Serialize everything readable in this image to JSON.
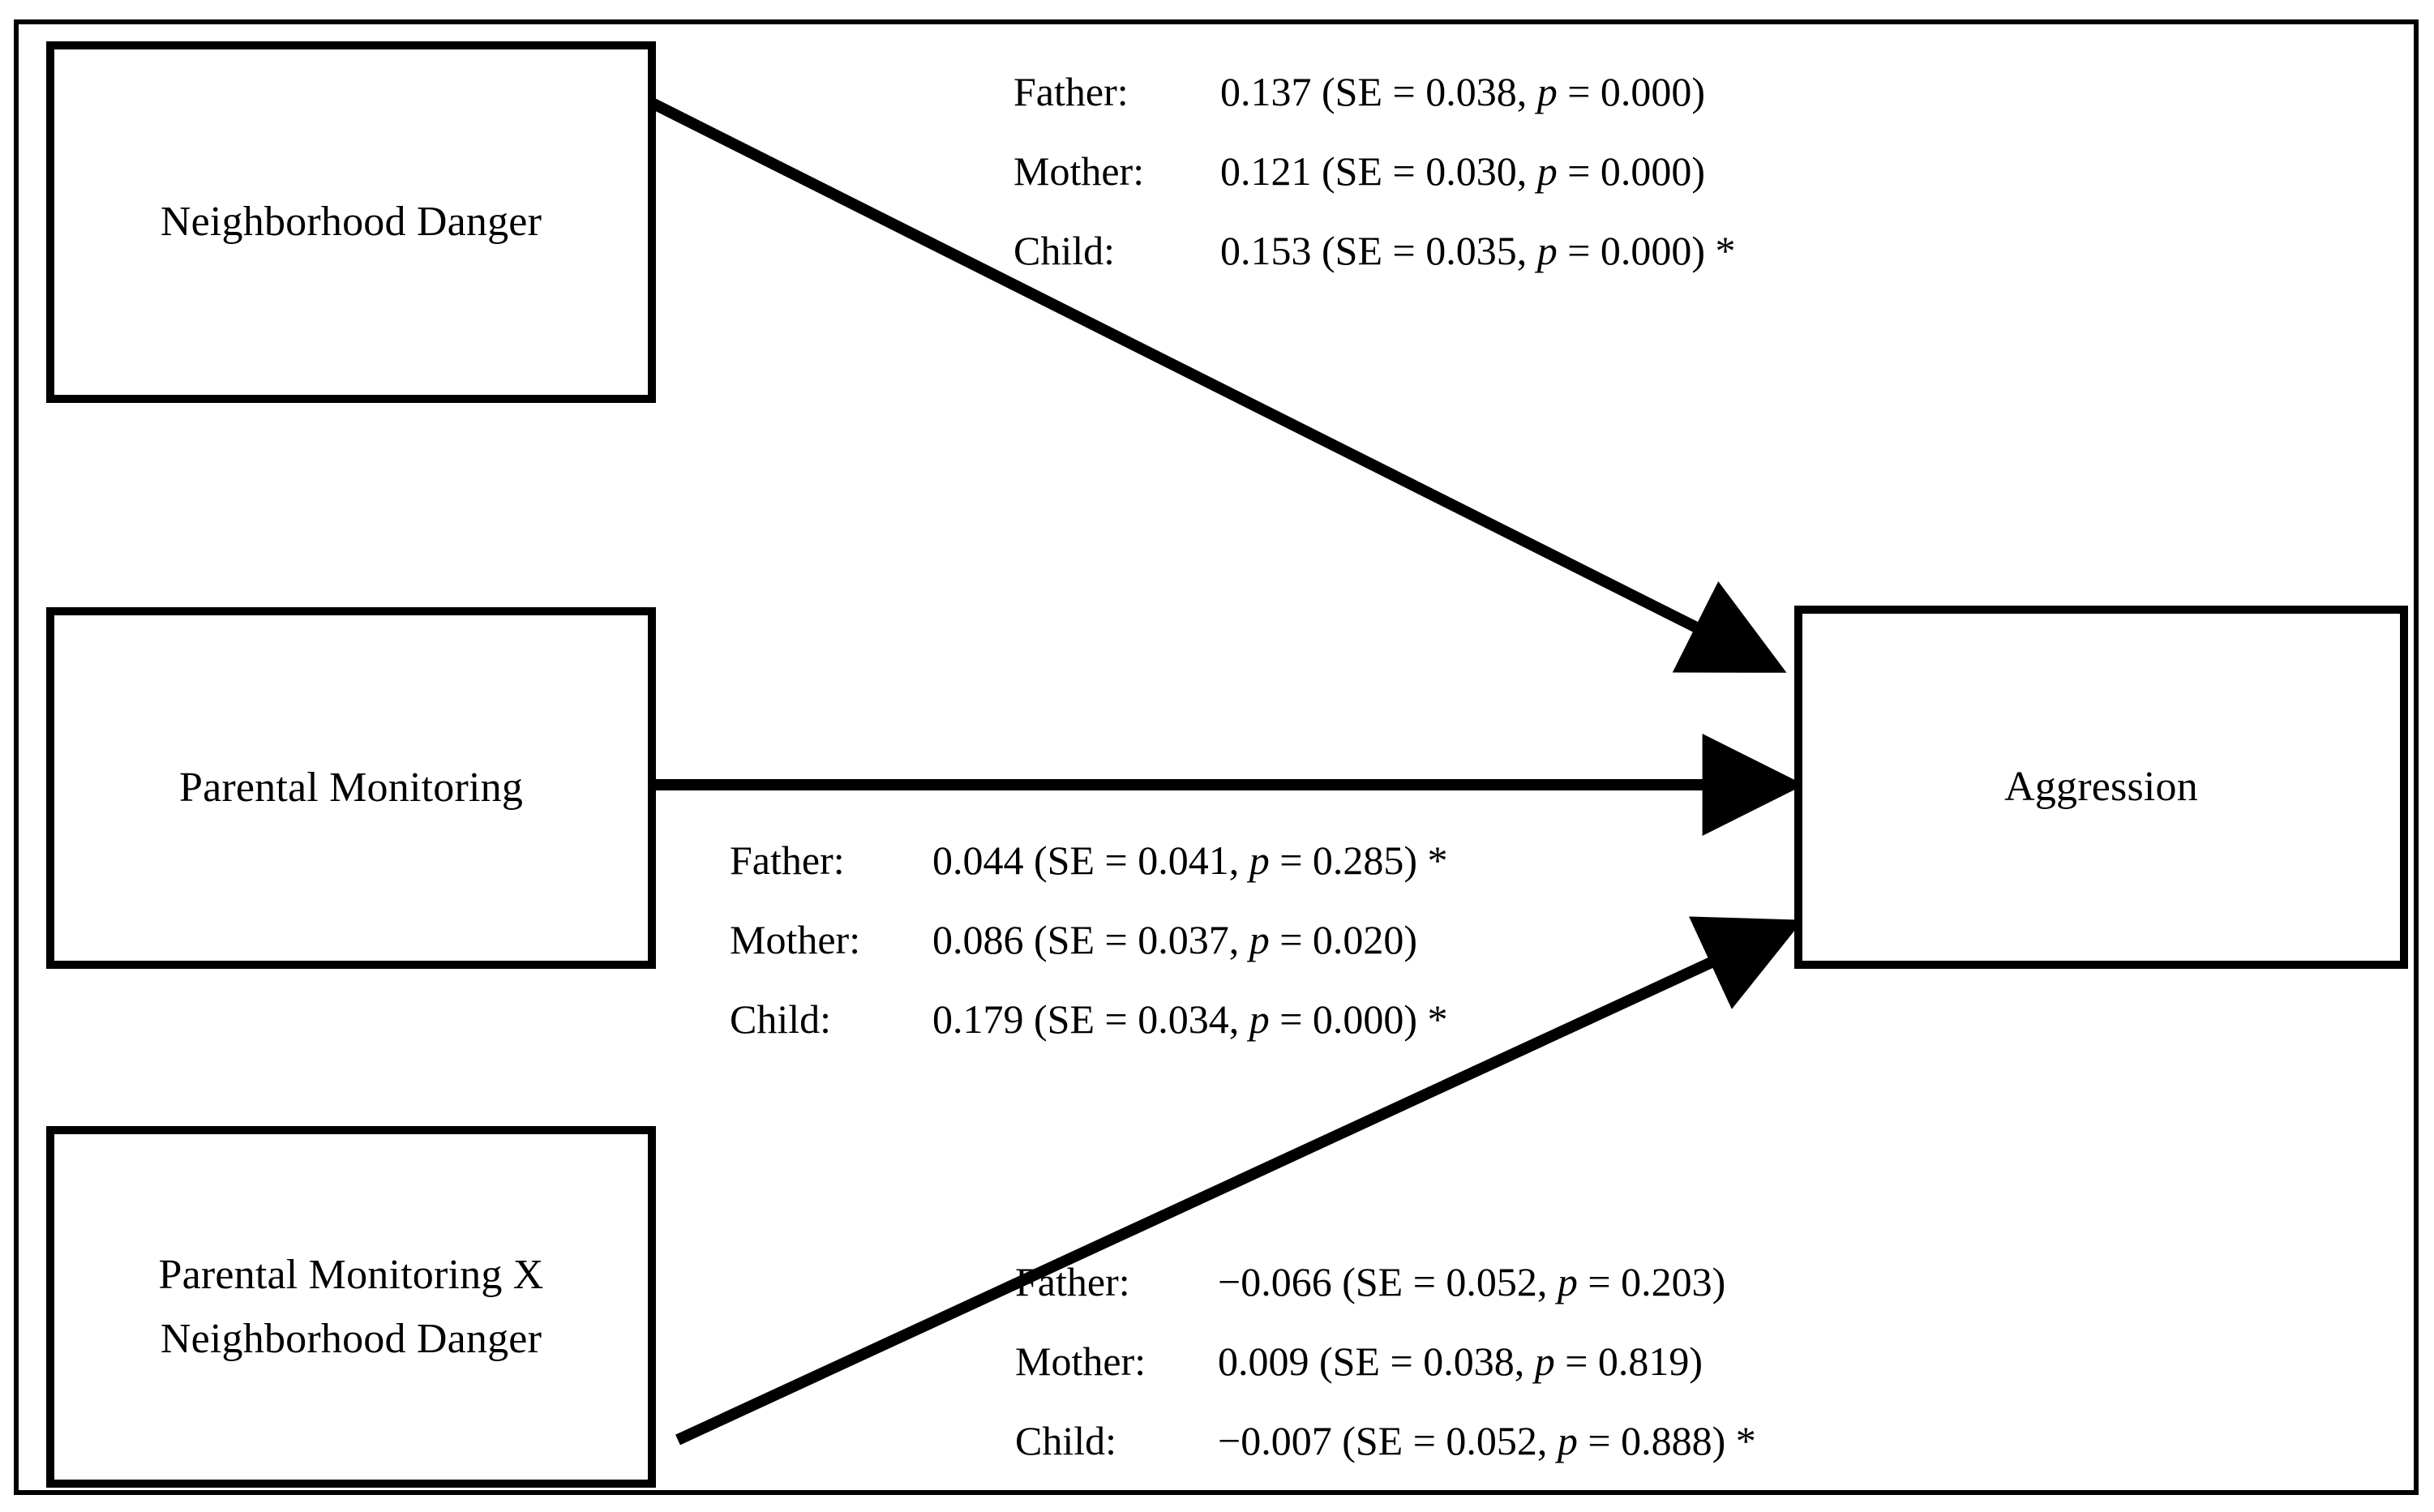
{
  "figure": {
    "type": "path-diagram",
    "title": "",
    "boxes": [
      {
        "id": "neighborhood-danger",
        "label": "Neighborhood Danger"
      },
      {
        "id": "parental-monitoring",
        "label": "Parental Monitoring"
      },
      {
        "id": "interaction",
        "label": "Parental Monitoring X\nNeighborhood Danger"
      },
      {
        "id": "aggression",
        "label": "Aggression"
      }
    ]
  },
  "paths": {
    "neighborhood_danger_to_aggression": {
      "from": "Neighborhood Danger",
      "to": "Aggression",
      "rows": [
        {
          "source": "Father:",
          "estimate": "0.137",
          "se": "0.038",
          "p": "0.000",
          "star": "",
          "value_prefix": "0.137 (SE = 0.038, ",
          "value_suffix": " = 0.000)"
        },
        {
          "source": "Mother:",
          "estimate": "0.121",
          "se": "0.030",
          "p": "0.000",
          "star": "",
          "value_prefix": "0.121 (SE = 0.030, ",
          "value_suffix": " = 0.000)"
        },
        {
          "source": "Child:",
          "estimate": "0.153",
          "se": "0.035",
          "p": "0.000",
          "star": "*",
          "value_prefix": "0.153 (SE = 0.035, ",
          "value_suffix": " = 0.000) *"
        }
      ]
    },
    "parental_monitoring_to_aggression": {
      "from": "Parental Monitoring",
      "to": "Aggression",
      "rows": [
        {
          "source": "Father:",
          "estimate": "0.044",
          "se": "0.041",
          "p": "0.285",
          "star": "*",
          "value_prefix": "0.044 (SE = 0.041, ",
          "value_suffix": " = 0.285) *"
        },
        {
          "source": "Mother:",
          "estimate": "0.086",
          "se": "0.037",
          "p": "0.020",
          "star": "",
          "value_prefix": "0.086 (SE = 0.037, ",
          "value_suffix": " = 0.020)"
        },
        {
          "source": "Child:",
          "estimate": "0.179",
          "se": "0.034",
          "p": "0.000",
          "star": "*",
          "value_prefix": "0.179 (SE = 0.034, ",
          "value_suffix": " = 0.000) *"
        }
      ]
    },
    "interaction_to_aggression": {
      "from": "Parental Monitoring X Neighborhood Danger",
      "to": "Aggression",
      "rows": [
        {
          "source": "Father:",
          "estimate": "−0.066",
          "se": "0.052",
          "p": "0.203",
          "star": "",
          "value_prefix": "−0.066 (SE = 0.052, ",
          "value_suffix": " = 0.203)"
        },
        {
          "source": "Mother:",
          "estimate": "0.009",
          "se": "0.038",
          "p": "0.819",
          "star": "",
          "value_prefix": "0.009 (SE = 0.038, ",
          "value_suffix": " = 0.819)"
        },
        {
          "source": "Child:",
          "estimate": "−0.007",
          "se": "0.052",
          "p": "0.888",
          "star": "*",
          "value_prefix": "−0.007 (SE = 0.052, ",
          "value_suffix": " = 0.888) *"
        }
      ]
    }
  },
  "symbols": {
    "p_italic": "p",
    "significance_marker": "*"
  },
  "colors": {
    "stroke": "#000000",
    "background": "#ffffff",
    "text": "#000000"
  }
}
